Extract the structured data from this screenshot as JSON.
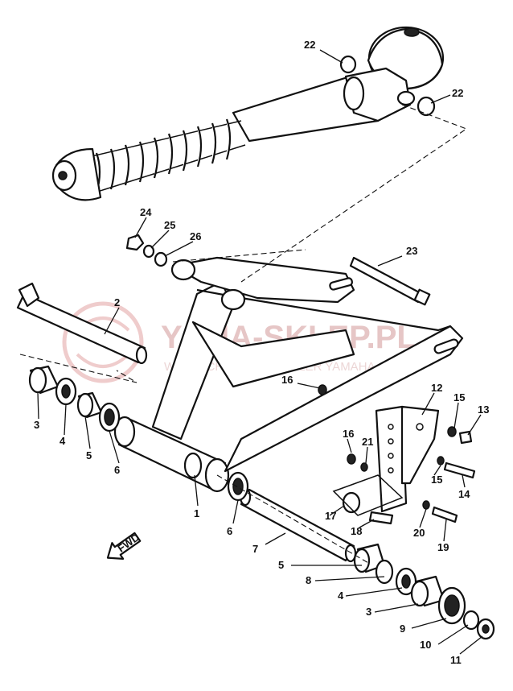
{
  "watermark": {
    "brand": "YAMA-SKLEP.PL",
    "dealer": "WOJTECHOWICZ | DEALER YAMAHA"
  },
  "fwd_marker": "FWD",
  "callouts": [
    "1",
    "2",
    "3",
    "3",
    "4",
    "4",
    "5",
    "5",
    "6",
    "6",
    "7",
    "8",
    "9",
    "10",
    "11",
    "12",
    "13",
    "14",
    "15",
    "15",
    "16",
    "16",
    "17",
    "18",
    "19",
    "20",
    "21",
    "22",
    "22",
    "23",
    "24",
    "25",
    "26"
  ]
}
